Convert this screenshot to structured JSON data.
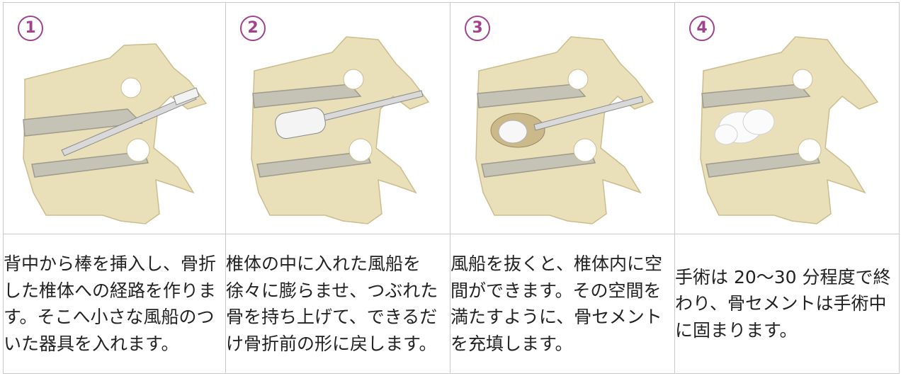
{
  "steps": [
    {
      "number": "1",
      "text": "背中から棒を挿入し、骨折した椎体への経路を作ります。そこへ小さな風船のついた器具を入れます。"
    },
    {
      "number": "2",
      "text": "椎体の中に入れた風船を徐々に膨らませ、つぶれた骨を持ち上げて、できるだけ骨折前の形に戻します。"
    },
    {
      "number": "3",
      "text": "風船を抜くと、椎体内に空間ができます。その空間を満たすように、骨セメントを充填します。"
    },
    {
      "number": "4",
      "text": "手術は 20〜30 分程度で終わり、骨セメントは手術中に固まります。"
    }
  ],
  "colors": {
    "accent": "#a0428f",
    "bone": "#e9dfb8",
    "disc": "#b9b7ad"
  }
}
